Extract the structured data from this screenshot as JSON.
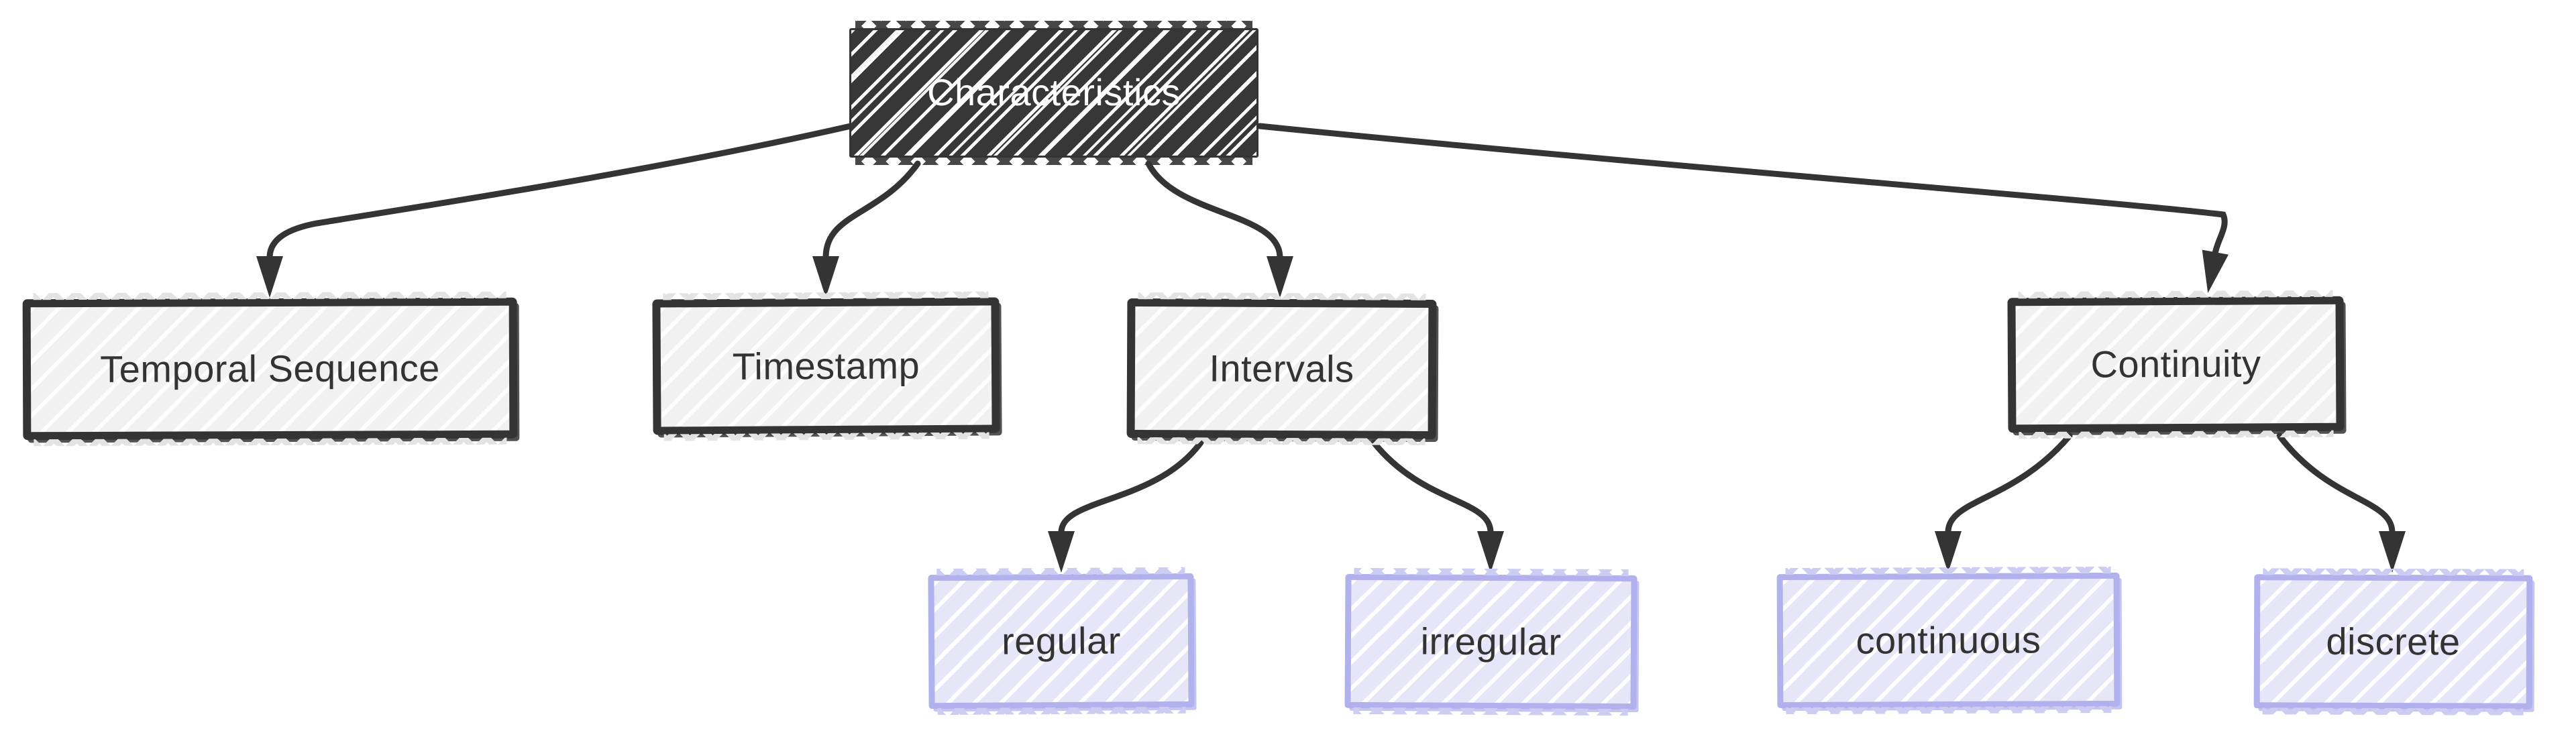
{
  "diagram_type": "flowchart",
  "style": "hand-drawn-sketch",
  "nodes": {
    "characteristics": {
      "label": "Characteristics",
      "level": 0,
      "role": "root"
    },
    "temporal_sequence": {
      "label": "Temporal Sequence",
      "level": 1,
      "role": "branch"
    },
    "timestamp": {
      "label": "Timestamp",
      "level": 1,
      "role": "branch"
    },
    "intervals": {
      "label": "Intervals",
      "level": 1,
      "role": "branch"
    },
    "continuity": {
      "label": "Continuity",
      "level": 1,
      "role": "branch"
    },
    "regular": {
      "label": "regular",
      "level": 2,
      "role": "leaf"
    },
    "irregular": {
      "label": "irregular",
      "level": 2,
      "role": "leaf"
    },
    "continuous": {
      "label": "continuous",
      "level": 2,
      "role": "leaf"
    },
    "discrete": {
      "label": "discrete",
      "level": 2,
      "role": "leaf"
    }
  },
  "edges": [
    {
      "from": "Characteristics",
      "to": "Temporal Sequence"
    },
    {
      "from": "Characteristics",
      "to": "Timestamp"
    },
    {
      "from": "Characteristics",
      "to": "Intervals"
    },
    {
      "from": "Characteristics",
      "to": "Continuity"
    },
    {
      "from": "Intervals",
      "to": "regular"
    },
    {
      "from": "Intervals",
      "to": "irregular"
    },
    {
      "from": "Continuity",
      "to": "continuous"
    },
    {
      "from": "Continuity",
      "to": "discrete"
    }
  ],
  "colors": {
    "background": "#ffffff",
    "root_fill": "#373737",
    "root_text": "#ffffff",
    "branch_fill": "#f1f1f1",
    "branch_border": "#343434",
    "leaf_fill": "#e6e6f8",
    "leaf_border": "#b1b1ee",
    "edge_stroke": "#343434",
    "node_text": "#333333"
  }
}
